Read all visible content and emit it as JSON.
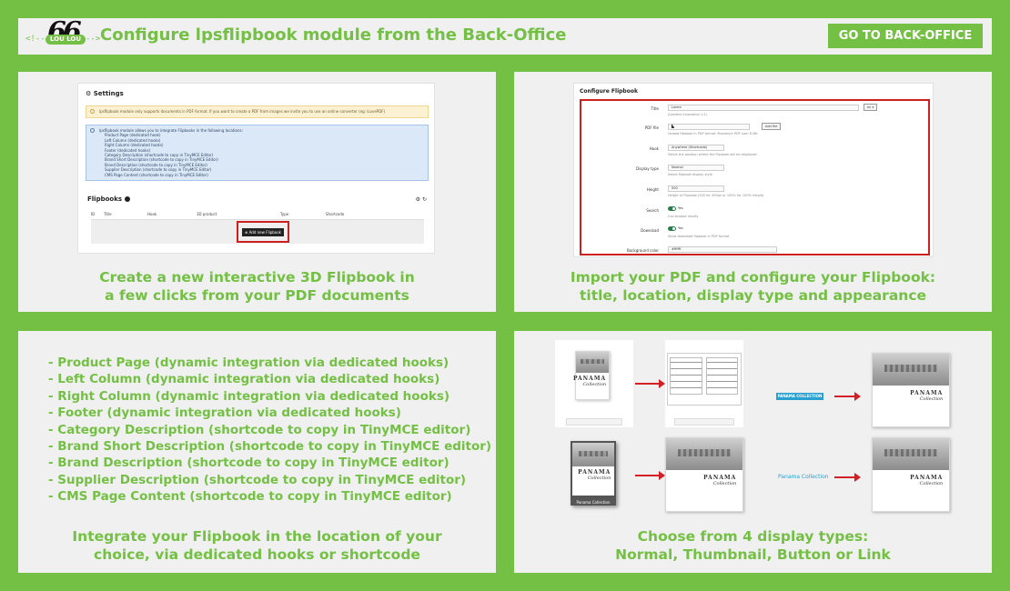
{
  "header": {
    "logo": {
      "lt": "<!--",
      "pill": "LOU LOU",
      "gt": "-->",
      "number": "66"
    },
    "title": "Configure lpsflipbook module from the Back-Office",
    "button": "GO TO BACK-OFFICE"
  },
  "panel1": {
    "caption": [
      "Create a new interactive 3D Flipbook in",
      "a few clicks from your PDF documents"
    ],
    "screenshot": {
      "heading": "Settings",
      "warning": "lpsflipbook module only supports documents in PDF format. If you want to create a PDF from images we invite you to use an online converter (eg: iLovePDF)",
      "info_title": "lpsflipbook module allows you to integrate Flipbooks in the following locations:",
      "info_items": [
        "Product Page (dedicated hook)",
        "Left Column (dedicated hooks)",
        "Right Column (dedicated hooks)",
        "Footer (dedicated hooks)",
        "Category Description (shortcode to copy in TinyMCE Editor)",
        "Brand Short Description (shortcode to copy in TinyMCE Editor)",
        "Brand Description (shortcode to copy in TinyMCE Editor)",
        "Supplier Description (shortcode to copy in TinyMCE Editor)",
        "CMS Page Content (shortcode to copy in TinyMCE Editor)"
      ],
      "flipbooks_title": "Flipbooks",
      "columns": [
        "ID",
        "Title",
        "Hook",
        "3D product",
        "Type",
        "Shortcode"
      ],
      "add_button": "Add new Flipbook"
    }
  },
  "panel2": {
    "caption": [
      "Import your PDF and configure your Flipbook:",
      "title, location, display type and appearance"
    ],
    "screenshot": {
      "heading": "Configure Flipbook",
      "rows": [
        {
          "label": "Title",
          "value": "Lorem",
          "help": "(Leaders Innovation 1.2)",
          "extra": "en ▾",
          "kind": "field"
        },
        {
          "label": "PDF file",
          "value": "",
          "help": "Upload flipbook in PDF format. Maximum PDF size: 8 Mb",
          "extra": "Add file",
          "kind": "file"
        },
        {
          "label": "Hook",
          "value": "Anywhere (Shortcode)",
          "help": "Select the position where the Flipbook will be displayed.",
          "extra": "",
          "kind": "field"
        },
        {
          "label": "Display type",
          "value": "Normal",
          "help": "Select flipbook display style",
          "extra": "",
          "kind": "field"
        },
        {
          "label": "Height",
          "value": "500",
          "help": "Height of Flipbook (500 for 500px or 100% for 100% height)",
          "extra": "",
          "kind": "field"
        },
        {
          "label": "Search",
          "value": "Yes",
          "help": "Can browse results",
          "extra": "",
          "kind": "toggle"
        },
        {
          "label": "Download",
          "value": "Yes",
          "help": "Allow download flipbook in PDF format",
          "extra": "",
          "kind": "toggle"
        },
        {
          "label": "Background color",
          "value": "#ffffff",
          "help": "",
          "extra": "",
          "kind": "field"
        }
      ]
    }
  },
  "panel3": {
    "locations": [
      "- Product Page (dynamic integration via dedicated hooks)",
      "- Left Column (dynamic integration via dedicated hooks)",
      "- Right Column (dynamic integration via dedicated hooks)",
      "- Footer (dynamic integration via dedicated hooks)",
      "- Category Description (shortcode to copy in TinyMCE editor)",
      "- Brand Short Description (shortcode to copy in TinyMCE editor)",
      "- Brand Description (shortcode to copy in TinyMCE editor)",
      "- Supplier Description (shortcode to copy in TinyMCE editor)",
      "- CMS Page Content (shortcode to copy in TinyMCE editor)"
    ],
    "caption": [
      "Integrate your Flipbook in the location of your",
      "choice, via dedicated hooks or shortcode"
    ]
  },
  "panel4": {
    "book_title": "PANAMA",
    "book_subtitle": "Collection",
    "button_label": "PANAMA COLLECTION",
    "link_label": "Panama Collection",
    "thumbnail_caption": "Panama Collection",
    "caption": [
      "Choose from 4 display types:",
      "Normal, Thumbnail, Button or Link"
    ]
  },
  "colors": {
    "accent": "#74c044",
    "panel": "#f0f0f0",
    "highlight": "#cc1f1f",
    "link": "#2aa0d2"
  }
}
